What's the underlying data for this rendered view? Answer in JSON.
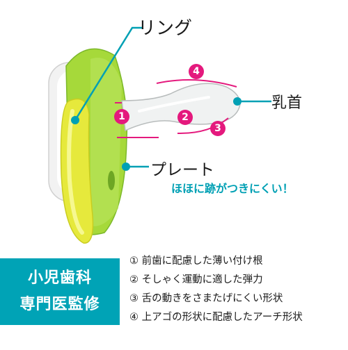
{
  "labels": {
    "ring": "リング",
    "nipple": "乳首",
    "plate": "プレート",
    "plate_sub": "ほほに跡がつきにくい！"
  },
  "markers": [
    "1",
    "2",
    "3",
    "4"
  ],
  "badge": {
    "line1": "小児歯科",
    "line2": "専門医監修"
  },
  "features": [
    "① 前歯に配慮した薄い付け根",
    "② そしゃく運動に適した弾力",
    "③ 舌の動きをさまたげにくい形状",
    "④ 上アゴの形状に配慮したアーチ形状"
  ],
  "colors": {
    "pink": "#e4197d",
    "teal": "#00a0b4",
    "green": "#9ed43a",
    "yellow": "#e8e83a"
  }
}
